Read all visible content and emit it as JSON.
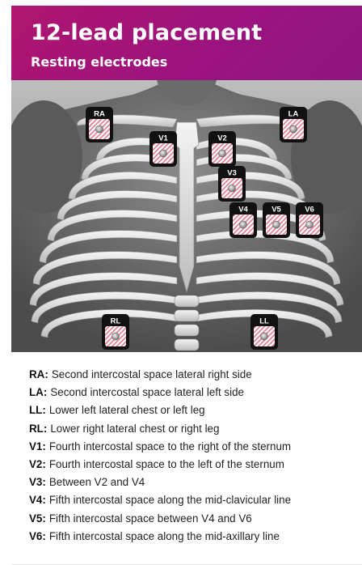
{
  "header": {
    "title": "12-lead placement",
    "subtitle": "Resting electrodes",
    "color": "#a3147a"
  },
  "electrodes": [
    {
      "label": "RA"
    },
    {
      "label": "LA"
    },
    {
      "label": "V1"
    },
    {
      "label": "V2"
    },
    {
      "label": "V3"
    },
    {
      "label": "V4"
    },
    {
      "label": "V5"
    },
    {
      "label": "V6"
    },
    {
      "label": "RL"
    },
    {
      "label": "LL"
    }
  ],
  "legend": [
    {
      "key": "RA:",
      "text": "Second intercostal space lateral right side"
    },
    {
      "key": "LA:",
      "text": "Second intercostal space lateral left side"
    },
    {
      "key": "LL:",
      "text": "Lower left lateral chest or left leg"
    },
    {
      "key": "RL:",
      "text": "Lower right lateral chest or right leg"
    },
    {
      "key": "V1:",
      "text": "Fourth intercostal space to the right of the sternum"
    },
    {
      "key": "V2:",
      "text": "Fourth intercostal space to the left of the sternum"
    },
    {
      "key": "V3:",
      "text": "Between V2 and V4"
    },
    {
      "key": "V4:",
      "text": "Fifth intercostal space along the mid-clavicular line"
    },
    {
      "key": "V5:",
      "text": "Fifth intercostal space between V4 and V6"
    },
    {
      "key": "V6:",
      "text": "Fifth intercostal space along the mid-axillary line"
    }
  ]
}
